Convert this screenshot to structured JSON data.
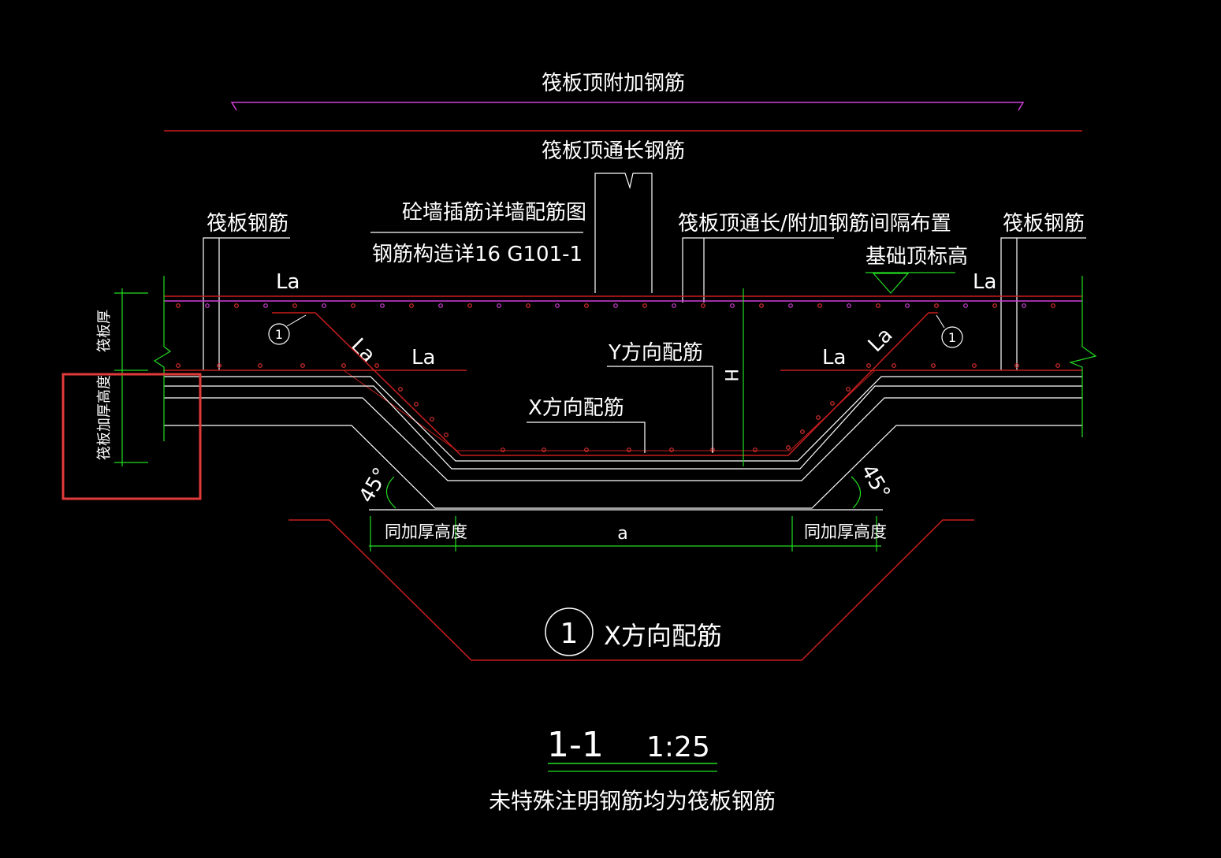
{
  "labels": {
    "top_additional": "筏板顶附加钢筋",
    "top_through": "筏板顶通长钢筋",
    "raft_rebar_left": "筏板钢筋",
    "raft_rebar_right": "筏板钢筋",
    "wall_dowel": "砼墙插筋详墙配筋图",
    "rebar_detail": "钢筋构造详16 G101-1",
    "alternate": "筏板顶通长/附加钢筋间隔布置",
    "foundation_top": "基础顶标高",
    "la": "La",
    "y_dir": "Y方向配筋",
    "x_dir": "X方向配筋",
    "h": "H",
    "raft_thickness": "筏板厚",
    "thickened_height": "筏板加厚高度",
    "angle": "45°",
    "same_thick_height": "同加厚高度",
    "a": "a",
    "mark_num": "1",
    "legend_text": "X方向配筋",
    "section_id": "1-1",
    "scale": "1:25",
    "note": "未特殊注明钢筋均为筏板钢筋"
  },
  "colors": {
    "background": "#000000",
    "text": "#ffffff",
    "magenta": "#d040d8",
    "red_line": "#c81e1e",
    "dim_green": "#22dd22",
    "highlight_box": "#e23a3a"
  }
}
